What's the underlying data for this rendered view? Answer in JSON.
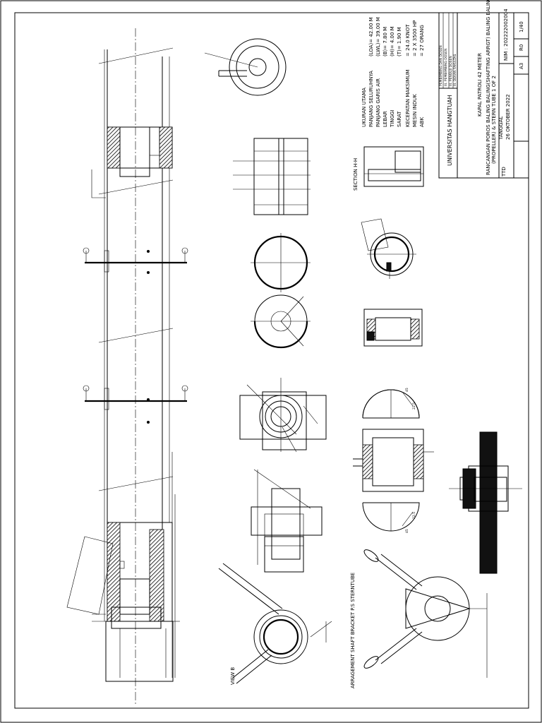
{
  "title_block": {
    "supervisors": {
      "header": "PEMBIMBING DAN DOSEN",
      "row1": "III. PEMBIMBING DOSEN",
      "row2": "III. PENGUJI DOSEN",
      "row3": "III. DEKAN FAKULTAS"
    },
    "university": "UNIVERSITAS HANGTUAH",
    "project": "KAPAL PATROLI 42 METER",
    "drawing_title_1": "RANCANGAN POROS BALING BALING(SHAFTING ARRGT) BALING BALING",
    "drawing_title_2": "(PROPELLER) & STERN TUBE  1 OF 2",
    "ttd_label": "TTD",
    "tanggal_label": "TANGGAL",
    "date": "26 OKTOBER 2022",
    "nim": "NIM : 202222002004",
    "paper_size": "A3",
    "revision": "R0",
    "sheet_no": "1/40"
  },
  "main_dimensions": {
    "header": "UKURAN UTAMA",
    "rows": [
      {
        "label": "PANJANG SELURUHNYA",
        "value": "(LOA)= 42.00  M"
      },
      {
        "label": "PANJANG GARIS AIR",
        "value": "(LWL)= 39.00  M"
      },
      {
        "label": "LEBAR",
        "value": "(B)= 7.80  M"
      },
      {
        "label": "TINGGI",
        "value": "(H)= 4.00  M"
      },
      {
        "label": "SARAT",
        "value": "(T)= 1.90  M"
      },
      {
        "label": "KECEPATAN MAKSIMUM",
        "value": "= 24.0 KNOT"
      },
      {
        "label": "MESIN INDUK",
        "value": "= 2 X 3500 HP"
      },
      {
        "label": "ABK",
        "value": "= 27 ORANG"
      }
    ]
  },
  "view_labels": {
    "section_hh": "SECTION  H-H",
    "arrangement": "ARRAGEMENT SHAFT BRACKET P.S STERNTUBE",
    "view_b": "VIEW  B",
    "angle_45_top": "45",
    "angle_22_top": "22.5",
    "angle_45_bottom": "45",
    "angle_22_bottom": "22.5"
  }
}
